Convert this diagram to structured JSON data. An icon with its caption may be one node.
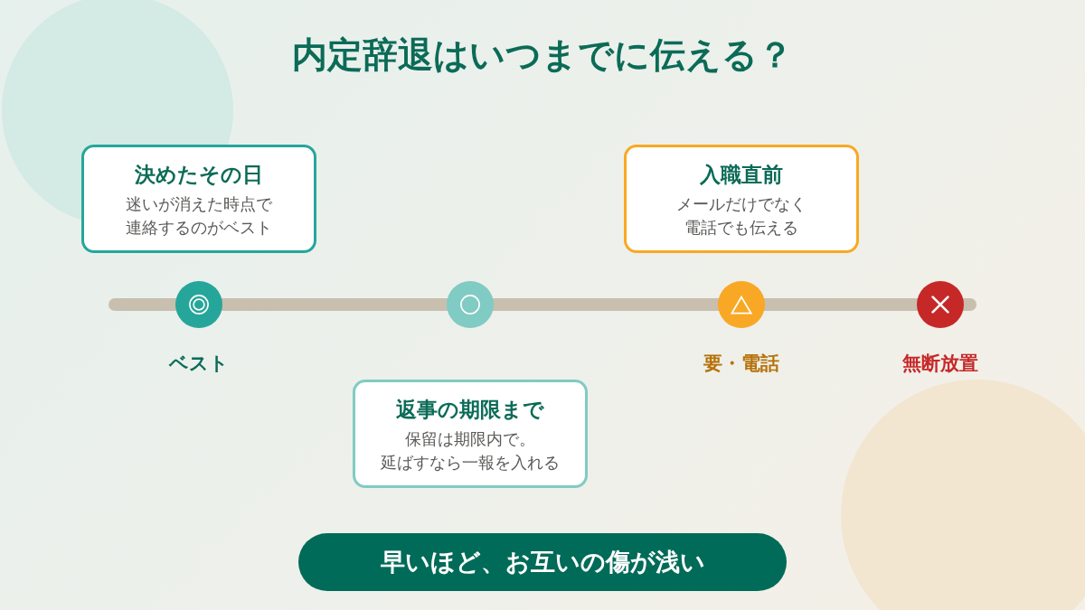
{
  "diagram": {
    "title": "内定辞退はいつまでに伝える？",
    "nodes": [
      {
        "text": [
          "決めたその日",
          "迷いが消えた時点で連絡するのがベスト"
        ]
      },
      {
        "text": [
          "入職直前",
          "メールだけでなく電話でも伝える"
        ]
      },
      {
        "text": [],
        "shape": "circle",
        "beside": [
          "ベスト"
        ]
      },
      {
        "text": [],
        "shape": "circle"
      },
      {
        "text": [],
        "shape": "circle",
        "beside": [
          "要・電話"
        ]
      },
      {
        "text": [],
        "shape": "circle",
        "beside": [
          "無断放置"
        ]
      },
      {
        "text": [
          "返事の期限まで",
          "保留は期限内で。延ばすなら一報を入れる"
        ]
      },
      {
        "text": [
          "早いほど、お互いの傷が浅い"
        ]
      }
    ]
  }
}
